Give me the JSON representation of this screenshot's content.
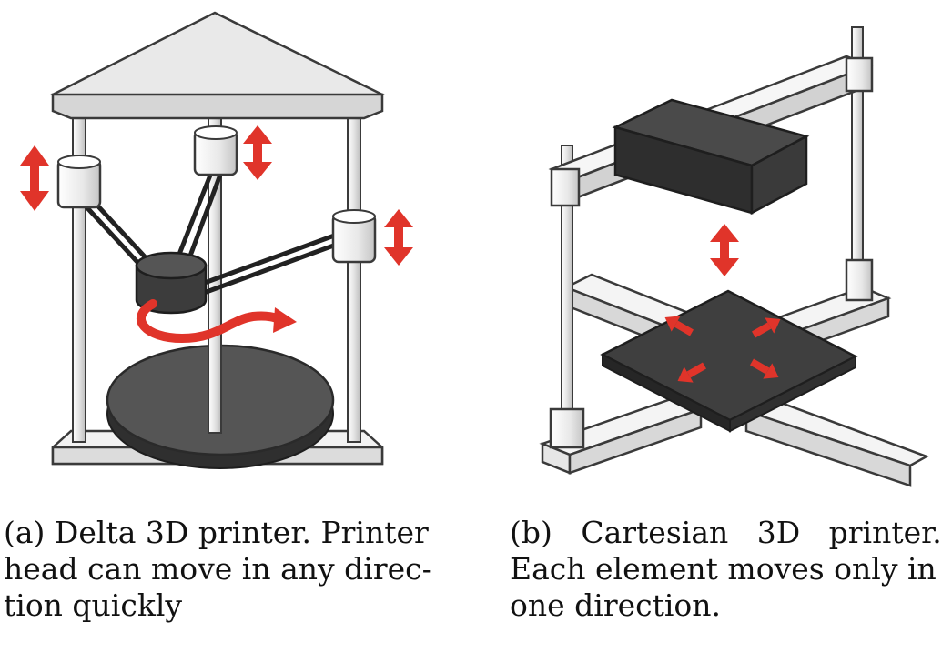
{
  "figure_a": {
    "caption_lines": [
      "(a) Delta 3D printer. Printer",
      "head can move in any direc-",
      "tion quickly"
    ]
  },
  "figure_b": {
    "caption_lines": [
      "(b)   Cartesian   3D   printer.",
      "Each element moves only in",
      "one direction."
    ]
  },
  "colors": {
    "arrow_red": "#e0342a",
    "dark_gray": "#3c3c3c",
    "frame_light": "#efefef",
    "outline": "#3a3a3a"
  }
}
